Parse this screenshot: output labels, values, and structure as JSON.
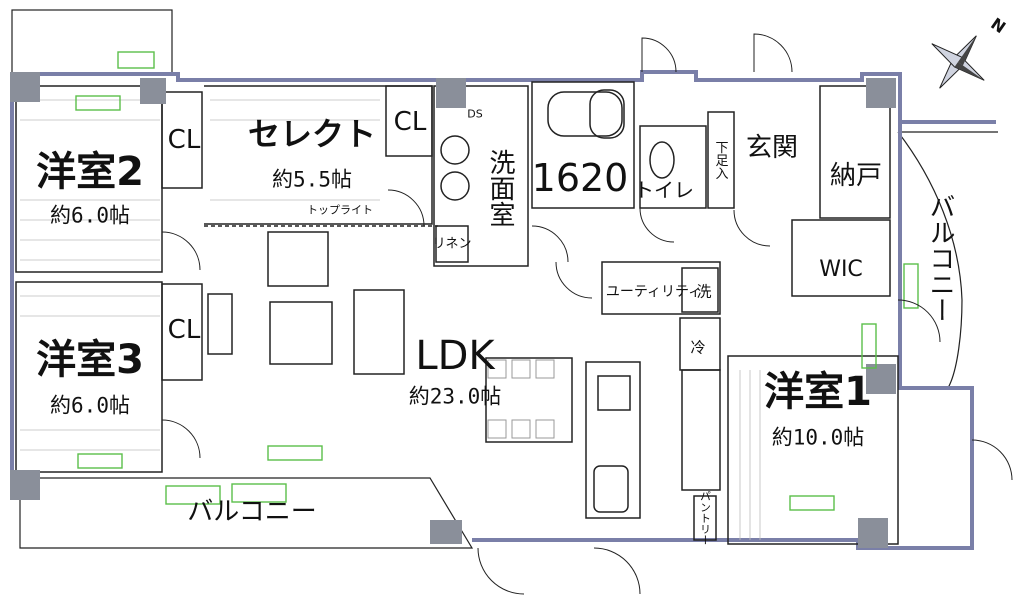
{
  "rooms": {
    "western_room_1": {
      "name": "洋室1",
      "area": "約10.0帖"
    },
    "western_room_2": {
      "name": "洋室2",
      "area": "約6.0帖"
    },
    "western_room_3": {
      "name": "洋室3",
      "area": "約6.0帖"
    },
    "select_room": {
      "name": "セレクト",
      "area": "約5.5帖",
      "skylight": "トップライト"
    },
    "ldk": {
      "name": "LDK",
      "area": "約23.0帖"
    },
    "washroom": "洗面室",
    "bath_size": "1620",
    "toilet": "トイレ",
    "entrance": "玄関",
    "storage": "納戸",
    "walk_in_closet": "WIC",
    "utility": "ユーティリティ",
    "laundry": "洗",
    "fridge": "冷",
    "pantry": "パントリー",
    "linen": "リネン",
    "shoe_storage": "下足入",
    "ds": "DS"
  },
  "closets": [
    "CL",
    "CL",
    "CL"
  ],
  "balconies": {
    "south": "バルコニー",
    "east": "バルコニー"
  },
  "compass": {
    "label": "N"
  },
  "colors": {
    "wall": "#7a7fa8",
    "column": "#8a8f9a",
    "window": "#5bbf4a",
    "line": "#222222"
  }
}
